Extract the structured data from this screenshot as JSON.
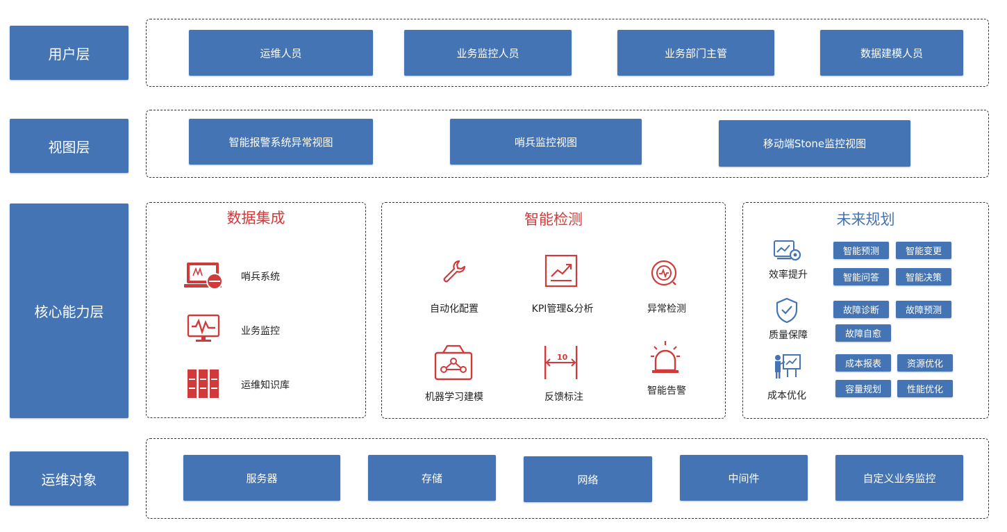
{
  "layers": {
    "user": "用户层",
    "view": "视图层",
    "core": "核心能力层",
    "ops": "运维对象"
  },
  "users": [
    "运维人员",
    "业务监控人员",
    "业务部门主管",
    "数据建模人员"
  ],
  "views": [
    "智能报警系统异常视图",
    "哨兵监控视图",
    "移动端Stone监控视图"
  ],
  "data_integration": {
    "title": "数据集成",
    "items": [
      "哨兵系统",
      "业务监控",
      "运维知识库"
    ]
  },
  "smart_detection": {
    "title": "智能检测",
    "items": [
      "自动化配置",
      "KPI管理&分析",
      "异常检测",
      "机器学习建模",
      "反馈标注",
      "智能告警"
    ]
  },
  "future": {
    "title": "未来规划",
    "groups": [
      {
        "label": "效率提升",
        "tags": [
          "智能预测",
          "智能变更",
          "智能问答",
          "智能决策"
        ]
      },
      {
        "label": "质量保障",
        "tags": [
          "故障诊断",
          "故障预测",
          "故障自愈"
        ]
      },
      {
        "label": "成本优化",
        "tags": [
          "成本报表",
          "资源优化",
          "容量规划",
          "性能优化"
        ]
      }
    ]
  },
  "ops_objects": [
    "服务器",
    "存储",
    "网络",
    "中间件",
    "自定义业务监控"
  ],
  "colors": {
    "blue": "#4574b4",
    "red": "#d03a3a"
  }
}
